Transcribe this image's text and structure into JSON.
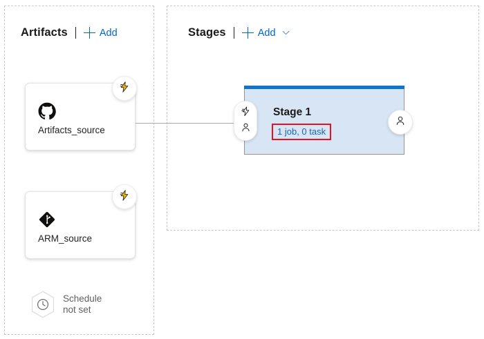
{
  "artifacts_panel": {
    "title": "Artifacts",
    "add_label": "Add",
    "add_icon": "plus-icon",
    "cards": [
      {
        "label": "Artifacts_source",
        "icon": "github-icon",
        "badge_icon": "lightning-bolt-icon"
      },
      {
        "label": "ARM_source",
        "icon": "azure-repos-icon",
        "badge_icon": "lightning-bolt-icon"
      }
    ],
    "schedule": {
      "line1": "Schedule",
      "line2": "not set",
      "icon": "clock-hexagon-icon"
    }
  },
  "stages_panel": {
    "title": "Stages",
    "add_label": "Add",
    "add_icon": "plus-icon",
    "chevron_icon": "chevron-down-icon",
    "stage": {
      "name": "Stage 1",
      "summary": "1 job, 0 task",
      "pre_badge_icons": [
        "lightning-bolt-icon",
        "person-icon"
      ],
      "post_badge_icon": "person-icon",
      "highlight_color": "#e81123",
      "accent_color": "#0f74ca",
      "fill_color": "#d7e5f4",
      "link_color": "#1866b4"
    }
  },
  "theme": {
    "link_color": "#0066cc",
    "panel_border_color": "#c8c8c8",
    "connector_color": "#a9a9a9"
  }
}
